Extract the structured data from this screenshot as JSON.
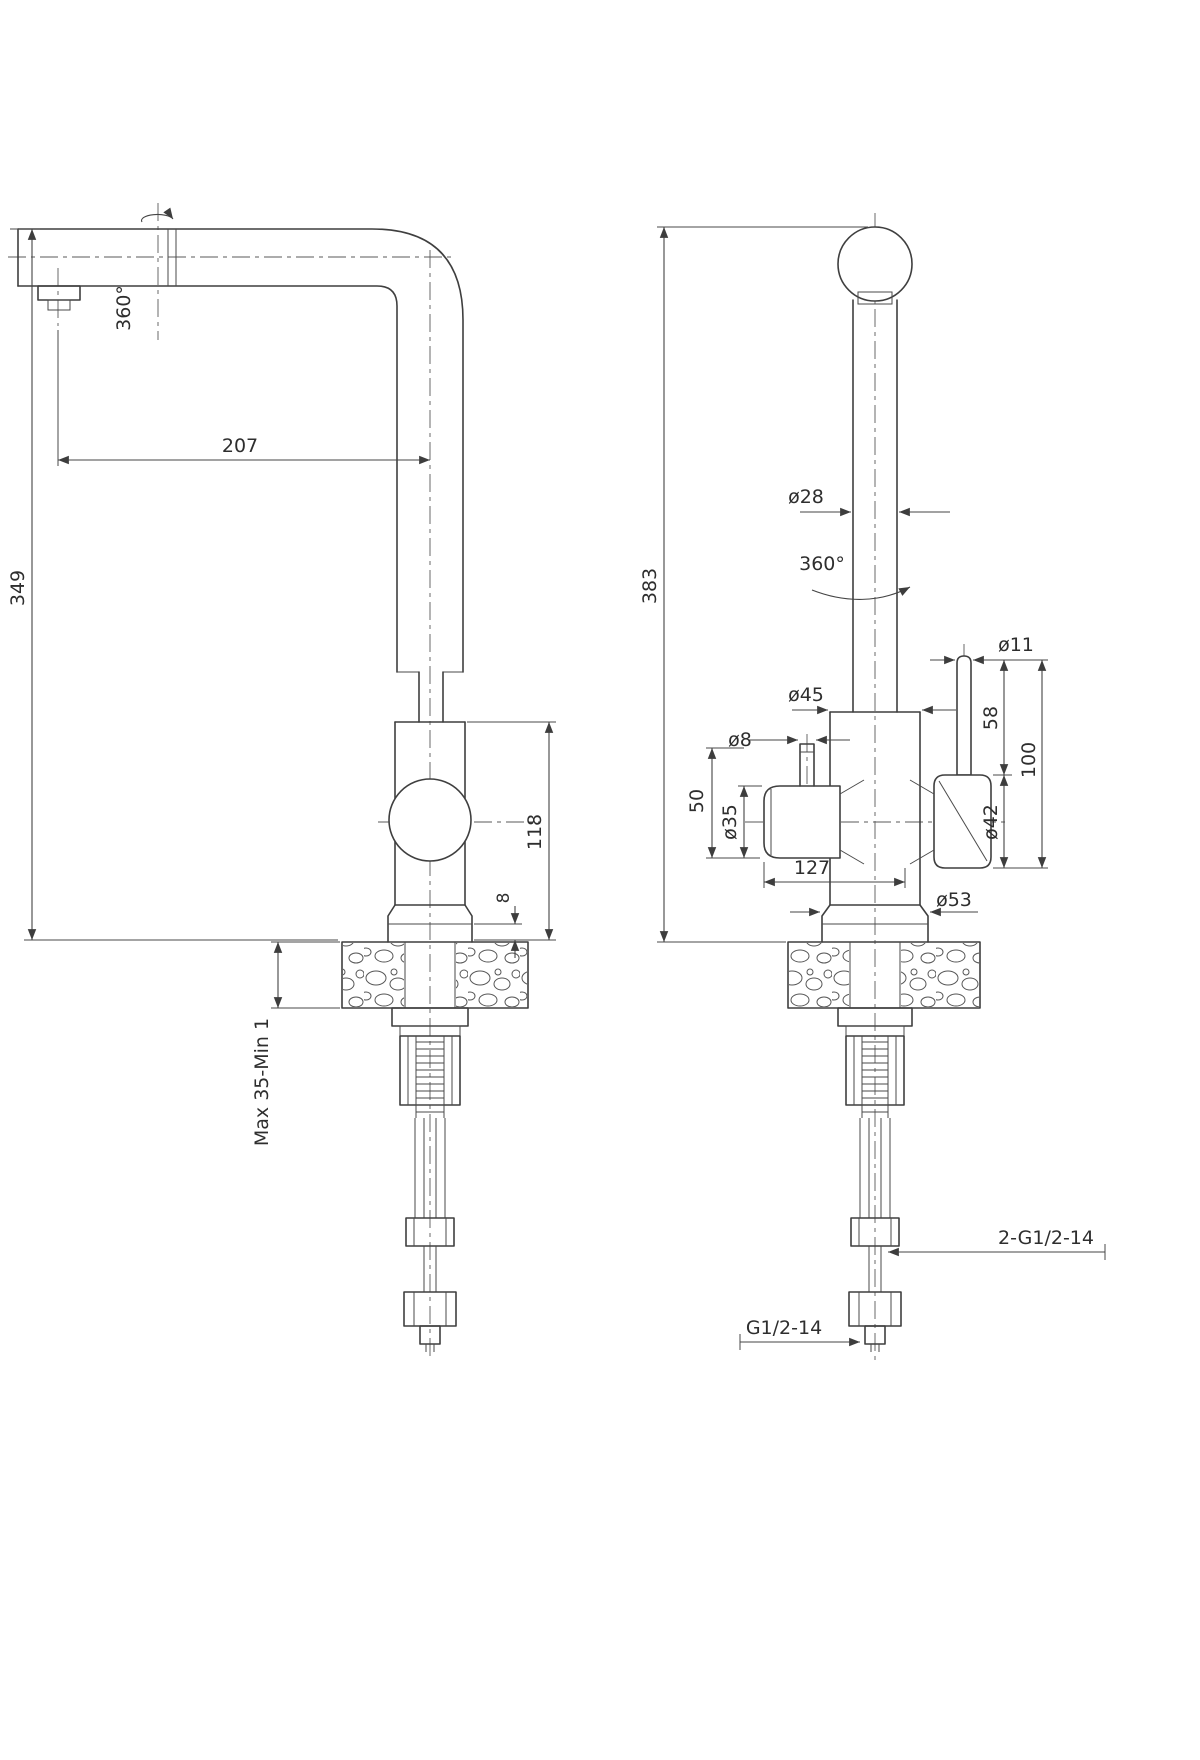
{
  "drawing": {
    "left_view": {
      "rotation": "360°",
      "spout_reach": "207",
      "spout_height": "349",
      "body_height": "118",
      "base_lip": "8",
      "deck_thickness": "Max 35-Min 1"
    },
    "right_view": {
      "overall_height": "383",
      "pipe_diameter": "ø28",
      "rotation": "360°",
      "body_diameter": "ø45",
      "outlet_pin_diameter": "ø8",
      "filter_handle_diameter": "ø35",
      "outlet_pin_height": "50",
      "handles_width": "127",
      "lever_diameter": "ø11",
      "lever_length": "58",
      "handle_assembly_height": "100",
      "handle_diameter": "ø42",
      "base_diameter": "ø53",
      "inlet_thread": "2-G1/2-14",
      "supply_thread": "G1/2-14"
    },
    "colors": {
      "line": "#3f3f3f",
      "background": "#ffffff"
    }
  }
}
